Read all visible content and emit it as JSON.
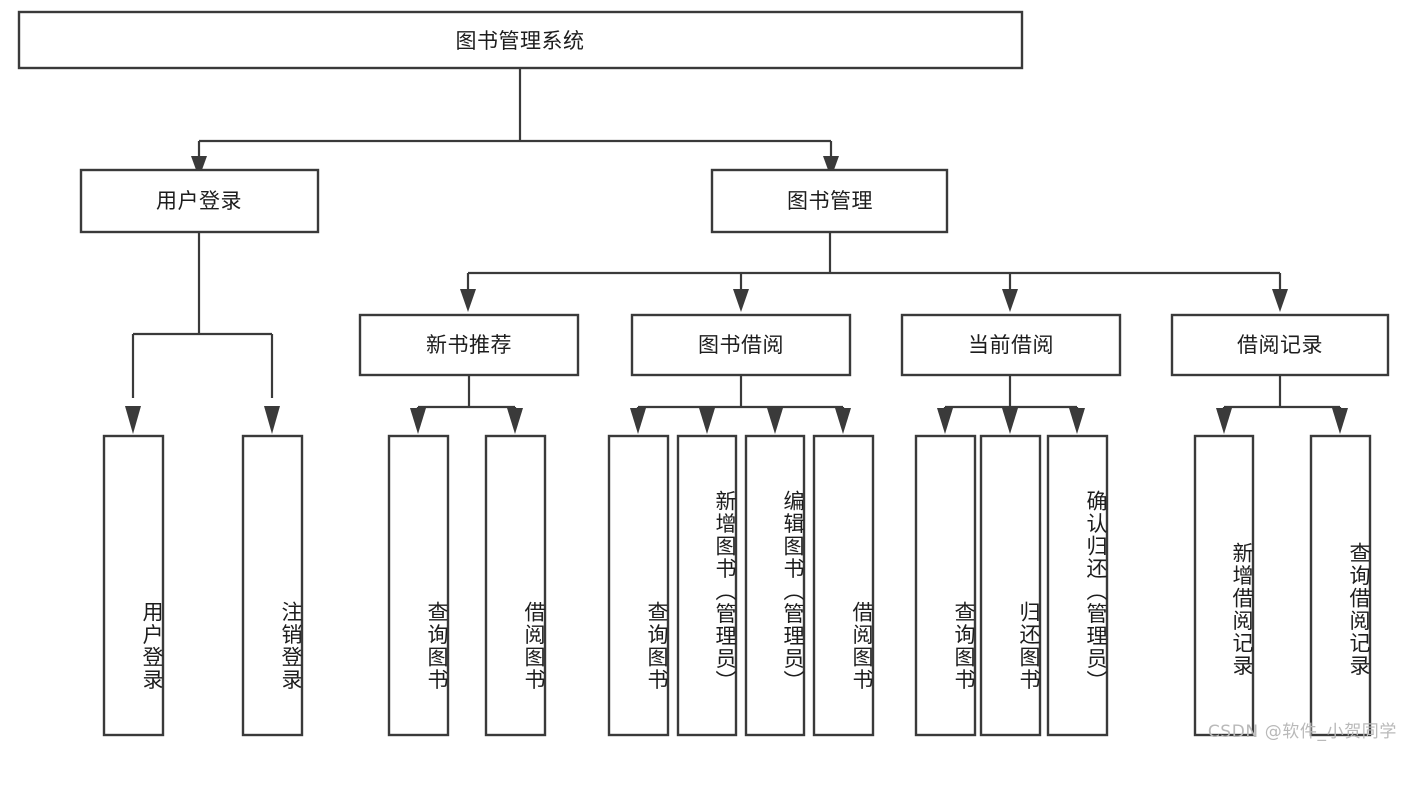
{
  "diagram": {
    "type": "tree-hierarchy",
    "title": "图书管理系统",
    "orientation": "top-down",
    "colors": {
      "box_stroke": "#3a3a3a",
      "box_fill": "#ffffff",
      "connector": "#3a3a3a",
      "text": "#1d1d1d",
      "background": "#ffffff",
      "watermark": "#b9b9b9"
    },
    "levels": {
      "root": {
        "label": "图书管理系统"
      },
      "level2": [
        {
          "label": "用户登录"
        },
        {
          "label": "图书管理"
        }
      ],
      "level3": [
        {
          "label": "新书推荐"
        },
        {
          "label": "图书借阅"
        },
        {
          "label": "当前借阅"
        },
        {
          "label": "借阅记录"
        }
      ],
      "leaves": {
        "user_login": [
          {
            "label": "用户登录"
          },
          {
            "label": "注销登录"
          }
        ],
        "new_book_recommend": [
          {
            "label": "查询图书"
          },
          {
            "label": "借阅图书"
          }
        ],
        "book_borrow": [
          {
            "label": "查询图书"
          },
          {
            "label": "新增图书（管理员）"
          },
          {
            "label": "编辑图书（管理员）"
          },
          {
            "label": "借阅图书"
          }
        ],
        "current_borrow": [
          {
            "label": "查询图书"
          },
          {
            "label": "归还图书"
          },
          {
            "label": "确认归还（管理员）"
          }
        ],
        "borrow_record": [
          {
            "label": "新增借阅记录"
          },
          {
            "label": "查询借阅记录"
          }
        ]
      }
    },
    "edges": [
      {
        "from": "图书管理系统",
        "to": "用户登录"
      },
      {
        "from": "图书管理系统",
        "to": "图书管理"
      },
      {
        "from": "图书管理",
        "to": "新书推荐"
      },
      {
        "from": "图书管理",
        "to": "图书借阅"
      },
      {
        "from": "图书管理",
        "to": "当前借阅"
      },
      {
        "from": "图书管理",
        "to": "借阅记录"
      },
      {
        "from": "用户登录",
        "to": "用户登录"
      },
      {
        "from": "用户登录",
        "to": "注销登录"
      },
      {
        "from": "新书推荐",
        "to": "查询图书"
      },
      {
        "from": "新书推荐",
        "to": "借阅图书"
      },
      {
        "from": "图书借阅",
        "to": "查询图书"
      },
      {
        "from": "图书借阅",
        "to": "新增图书（管理员）"
      },
      {
        "from": "图书借阅",
        "to": "编辑图书（管理员）"
      },
      {
        "from": "图书借阅",
        "to": "借阅图书"
      },
      {
        "from": "当前借阅",
        "to": "查询图书"
      },
      {
        "from": "当前借阅",
        "to": "归还图书"
      },
      {
        "from": "当前借阅",
        "to": "确认归还（管理员）"
      },
      {
        "from": "借阅记录",
        "to": "新增借阅记录"
      },
      {
        "from": "借阅记录",
        "to": "查询借阅记录"
      }
    ]
  },
  "watermark": {
    "text": "CSDN @软件_小贺同学"
  }
}
